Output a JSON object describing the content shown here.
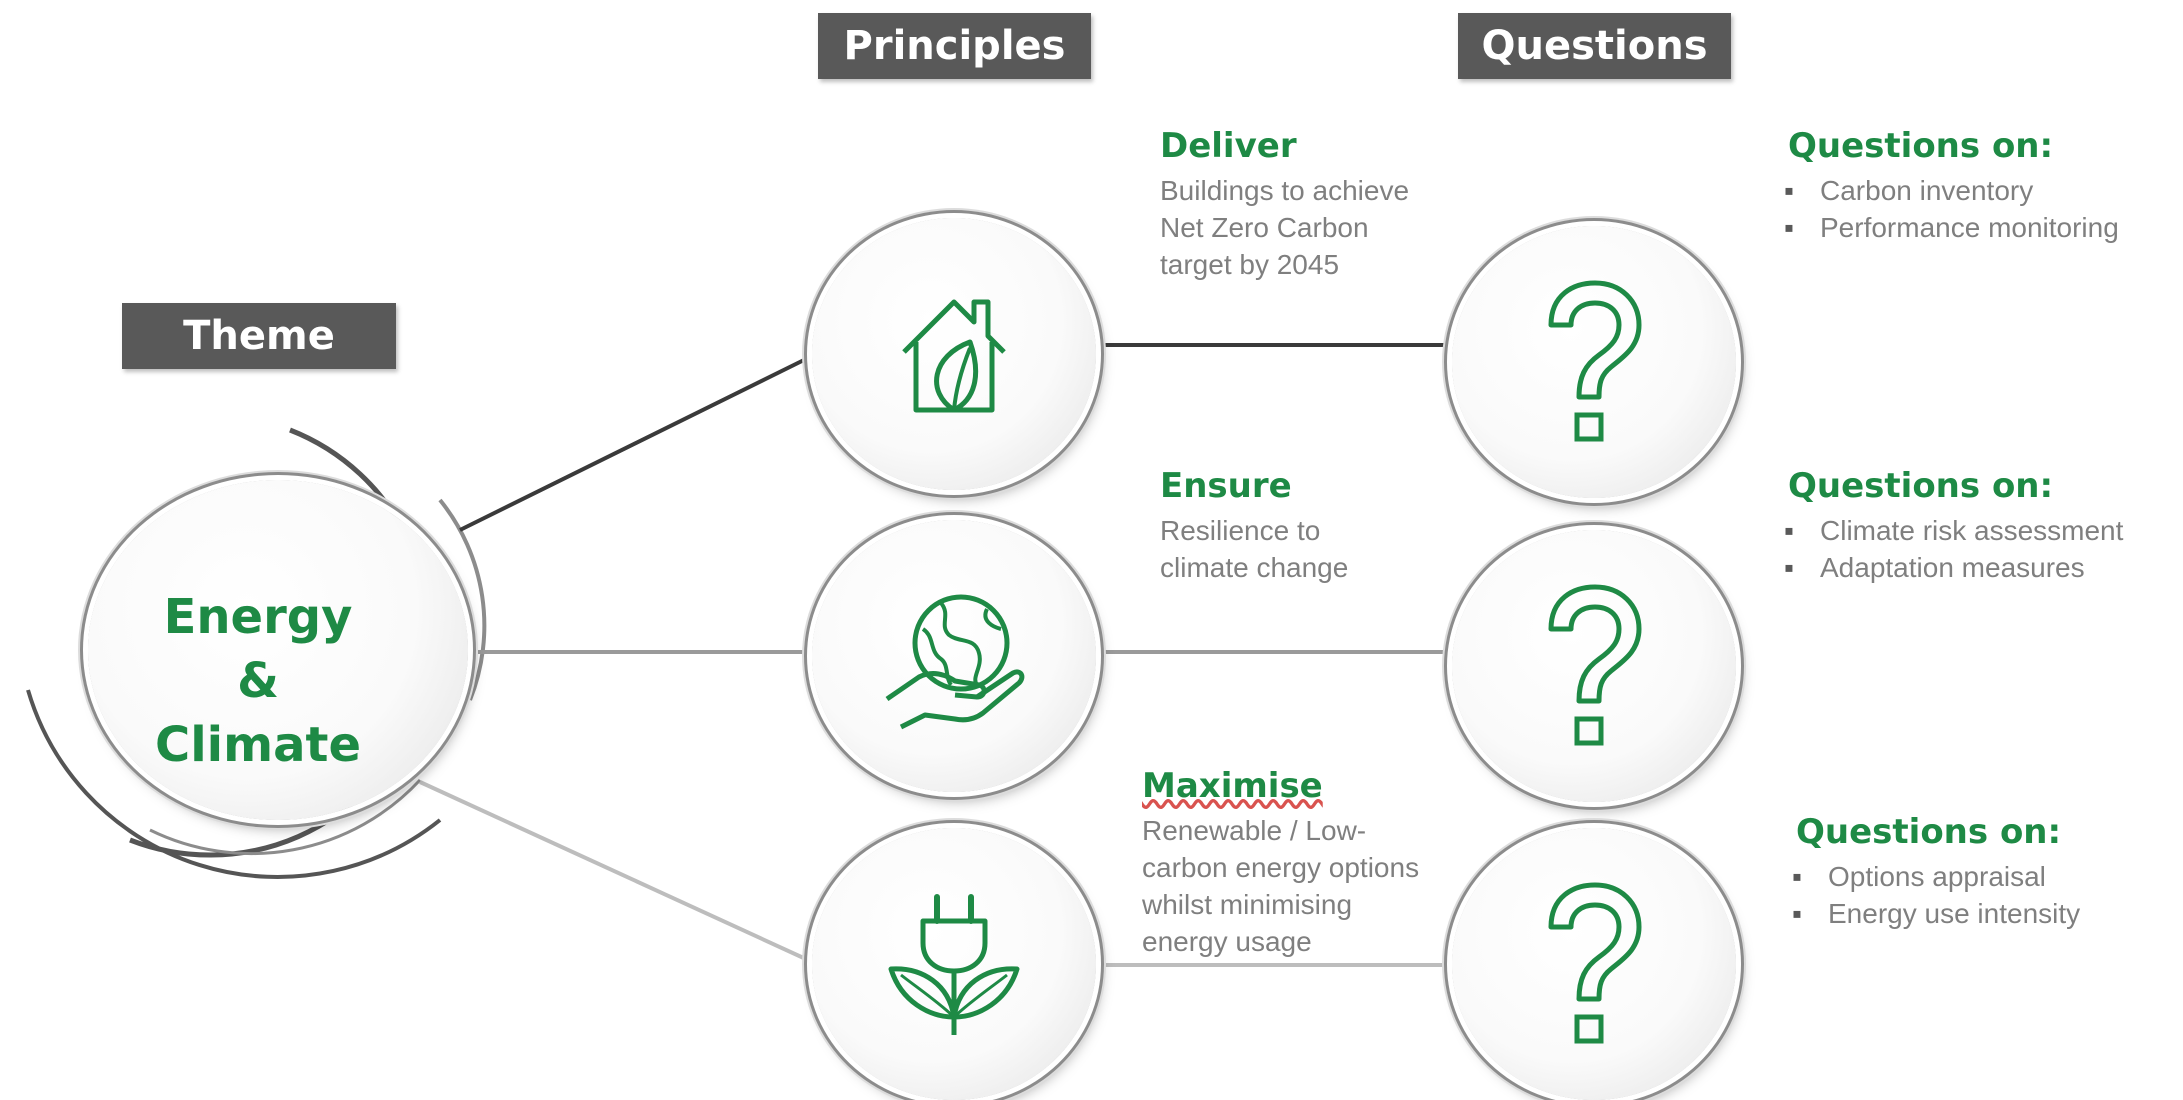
{
  "headers": {
    "theme": "Theme",
    "principles": "Principles",
    "questions": "Questions"
  },
  "theme": {
    "line1": "Energy &",
    "line2": "Climate"
  },
  "principles": [
    {
      "title": "Deliver",
      "description": "Buildings to achieve\nNet Zero Carbon\ntarget by 2045",
      "icon": "house-leaf-icon"
    },
    {
      "title": "Ensure",
      "description": "Resilience to\nclimate change",
      "icon": "hand-globe-icon"
    },
    {
      "title": "Maximise",
      "description": "Renewable / Low-\ncarbon energy options\nwhilst minimising\nenergy usage",
      "icon": "plug-plant-icon"
    }
  ],
  "questions": [
    {
      "title": "Questions on:",
      "items": [
        "Carbon inventory",
        "Performance monitoring"
      ],
      "icon": "question-mark-icon"
    },
    {
      "title": "Questions on:",
      "items": [
        "Climate risk assessment",
        "Adaptation measures"
      ],
      "icon": "question-mark-icon"
    },
    {
      "title": "Questions on:",
      "items": [
        "Options appraisal",
        "Energy use intensity"
      ],
      "icon": "question-mark-icon"
    }
  ],
  "colors": {
    "accent_green": "#1e8a45",
    "header_gray": "#595959",
    "text_gray": "#7f7f7f"
  }
}
